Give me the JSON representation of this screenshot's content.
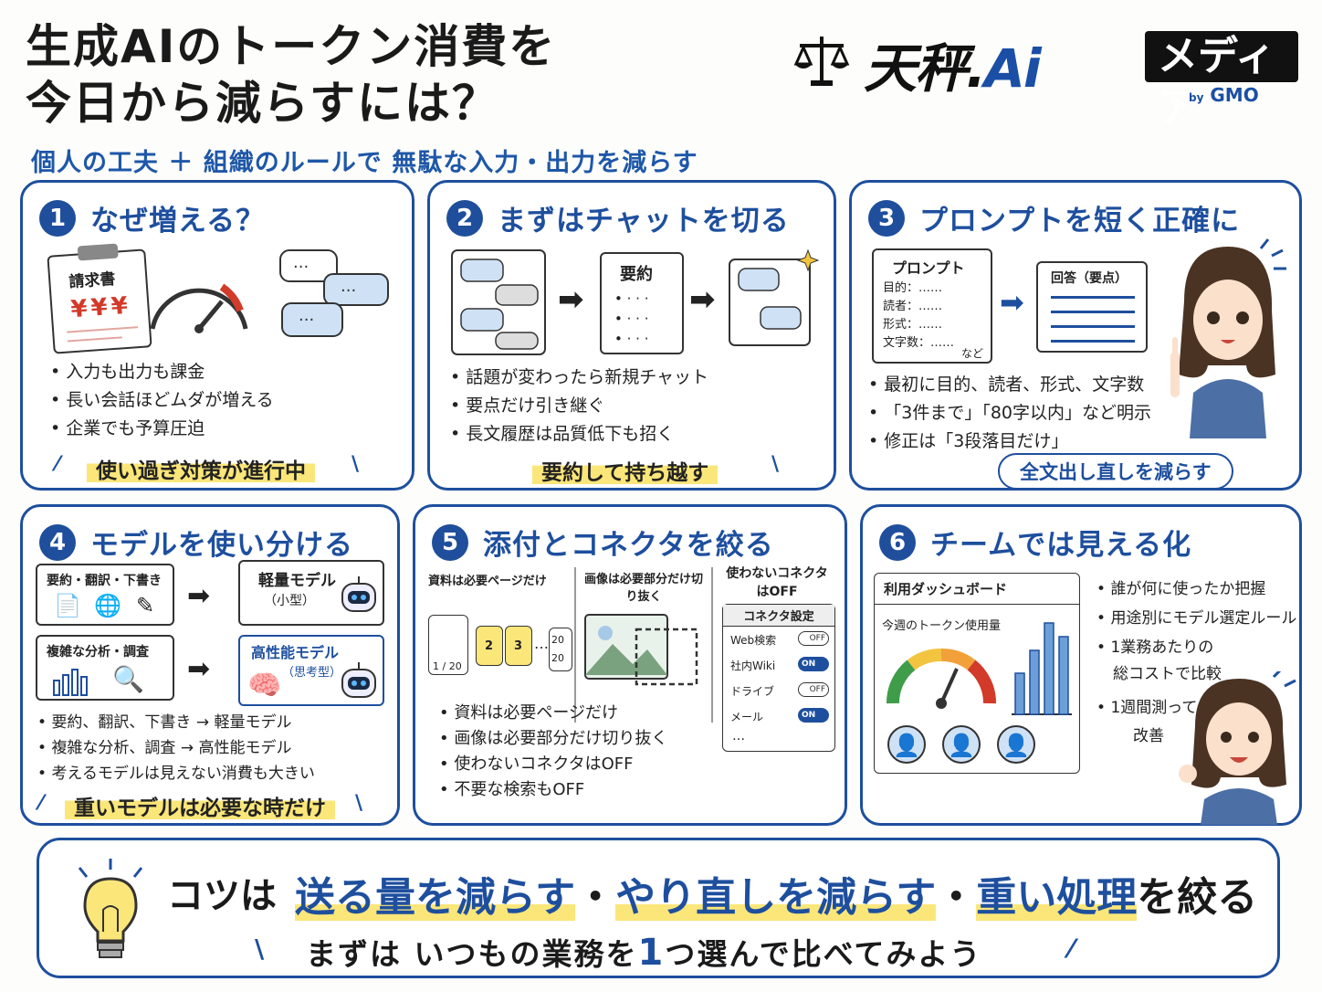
{
  "header": {
    "title_line1": "生成AIのトークン消費を",
    "title_line2": "今日から減らすには？",
    "subtitle": "個人の工夫 ＋ 組織のルールで 無駄な入力・出力を減らす"
  },
  "logo": {
    "brand_main": "天秤.",
    "brand_ai": "Ai",
    "media": "メディア",
    "by": "by",
    "by_company": "GMO"
  },
  "cards": {
    "c1": {
      "num": "1",
      "title": "なぜ増える？",
      "invoice_title": "請求書",
      "invoice_amount": "¥¥¥",
      "bullets": [
        "入力も出力も課金",
        "長い会話ほどムダが増える",
        "企業でも予算圧迫"
      ],
      "highlight": "使い過ぎ対策が進行中"
    },
    "c2": {
      "num": "2",
      "title": "まずはチャットを切る",
      "summary_title": "要約",
      "summary_items": [
        "• · · ·",
        "• · · ·",
        "• · · ·"
      ],
      "bullets": [
        "話題が変わったら新規チャット",
        "要点だけ引き継ぐ",
        "長文履歴は品質低下も招く"
      ],
      "highlight": "要約して持ち越す"
    },
    "c3": {
      "num": "3",
      "title": "プロンプトを短く正確に",
      "prompt_title": "プロンプト",
      "prompt_fields": [
        "目的：……",
        "読者：……",
        "形式：……",
        "文字数：……"
      ],
      "prompt_etc": "など",
      "answer_title": "回答（要点）",
      "bullets": [
        "最初に目的、読者、形式、文字数",
        "「3件まで」「80字以内」など明示",
        "修正は「3段落目だけ」"
      ],
      "bubble": "全文出し直しを減らす"
    },
    "c4": {
      "num": "4",
      "title": "モデルを使い分ける",
      "task_light": "要約・翻訳・下書き",
      "task_heavy": "複雑な分析・調査",
      "model_light": "軽量モデル",
      "model_light_sub": "（小型）",
      "model_heavy": "高性能モデル",
      "model_heavy_sub": "（思考型）",
      "bullets": [
        "要約、翻訳、下書き → 軽量モデル",
        "複雑な分析、調査 → 高性能モデル",
        "考えるモデルは見えない消費も大きい"
      ],
      "highlight": "重いモデルは必要な時だけ"
    },
    "c5": {
      "num": "5",
      "title": "添付とコネクタを絞る",
      "col1_label": "資料は必要ページだけ",
      "col2_label": "画像は必要部分だけ切り抜く",
      "col3_label": "使わないコネクタはOFF",
      "pages": [
        "1 / 20",
        "2",
        "3",
        "…",
        "20",
        "20"
      ],
      "connector_title": "コネクタ設定",
      "connectors": [
        {
          "name": "Web検索",
          "state": "OFF"
        },
        {
          "name": "社内Wiki",
          "state": "ON"
        },
        {
          "name": "ドライブ",
          "state": "OFF"
        },
        {
          "name": "メール",
          "state": "ON"
        }
      ],
      "connector_more": "…",
      "bullets": [
        "資料は必要ページだけ",
        "画像は必要部分だけ切り抜く",
        "使わないコネクタはOFF",
        "不要な検索もOFF"
      ]
    },
    "c6": {
      "num": "6",
      "title": "チームでは見える化",
      "dashboard_title": "利用ダッシュボード",
      "dashboard_sub": "今週のトークン使用量",
      "bars": [
        0.45,
        0.7,
        1.0,
        0.85
      ],
      "bullets": [
        "誰が何に使ったか把握",
        "用途別にモデル選定ルール",
        "1業務あたりの",
        "総コストで比較",
        "1週間測って",
        "改善"
      ]
    }
  },
  "footer": {
    "label": "コツは",
    "tip1": "送る量を減らす",
    "sep": "・",
    "tip2": "やり直しを減らす",
    "tip3_a": "重い処理",
    "tip3_b": "を絞る",
    "sub_a": "まずは いつもの業務を",
    "sub_one": "1",
    "sub_b": "つ選んで比べてみよう"
  },
  "colors": {
    "accent": "#1e4f9e",
    "highlight": "#fbe67a",
    "bubble": "#cfe2f5"
  }
}
